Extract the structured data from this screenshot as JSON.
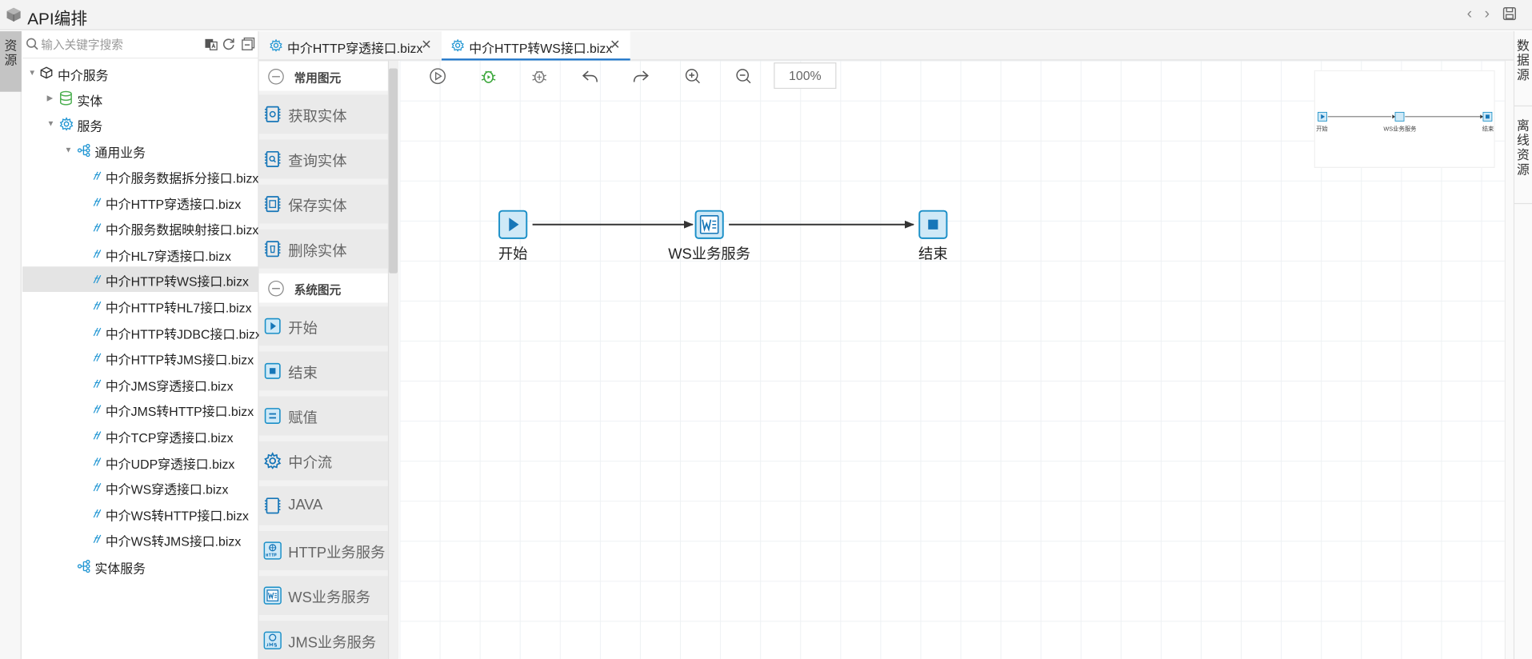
{
  "app": {
    "title": "API编排"
  },
  "left_rail": {
    "label": "资源"
  },
  "right_rail": {
    "datasource_label": "数据源",
    "offline_label": "离线资源"
  },
  "search": {
    "placeholder": "输入关键字搜索"
  },
  "tree": {
    "root": "中介服务",
    "entity": "实体",
    "service": "服务",
    "general_business": "通用业务",
    "files": [
      "中介服务数据拆分接口.bizx",
      "中介HTTP穿透接口.bizx",
      "中介服务数据映射接口.bizx",
      "中介HL7穿透接口.bizx",
      "中介HTTP转WS接口.bizx",
      "中介HTTP转HL7接口.bizx",
      "中介HTTP转JDBC接口.bizx",
      "中介HTTP转JMS接口.bizx",
      "中介JMS穿透接口.bizx",
      "中介JMS转HTTP接口.bizx",
      "中介TCP穿透接口.bizx",
      "中介UDP穿透接口.bizx",
      "中介WS穿透接口.bizx",
      "中介WS转HTTP接口.bizx",
      "中介WS转JMS接口.bizx"
    ],
    "selected_file": "中介HTTP转WS接口.bizx",
    "entity_service": "实体服务"
  },
  "palette": {
    "common_group": "常用图元",
    "common_items": [
      "获取实体",
      "查询实体",
      "保存实体",
      "删除实体"
    ],
    "system_group": "系统图元",
    "system_items": [
      "开始",
      "结束",
      "赋值",
      "中介流",
      "JAVA",
      "HTTP业务服务",
      "WS业务服务",
      "JMS业务服务"
    ]
  },
  "tabs": [
    {
      "label": "中介HTTP穿透接口.bizx",
      "active": false
    },
    {
      "label": "中介HTTP转WS接口.bizx",
      "active": true
    }
  ],
  "toolbar": {
    "zoom": "100%",
    "icons": [
      "run-icon",
      "debug-icon",
      "debug-settings-icon",
      "undo-icon",
      "redo-icon",
      "zoom-in-icon",
      "zoom-out-icon"
    ]
  },
  "flow": {
    "nodes": [
      {
        "id": "start",
        "label": "开始",
        "icon": "play-icon"
      },
      {
        "id": "ws",
        "label": "WS业务服务",
        "icon": "ws-service-icon"
      },
      {
        "id": "end",
        "label": "结束",
        "icon": "stop-icon"
      }
    ],
    "edges": [
      [
        "start",
        "ws"
      ],
      [
        "ws",
        "end"
      ]
    ]
  },
  "minimap": {
    "start": "开始",
    "ws": "WS业务服务",
    "end": "结束"
  },
  "colors": {
    "accent": "#1b73c8",
    "node_fill": "#cfe9f7",
    "node_stroke": "#1a8fc7",
    "node_icon": "#1676b8"
  }
}
